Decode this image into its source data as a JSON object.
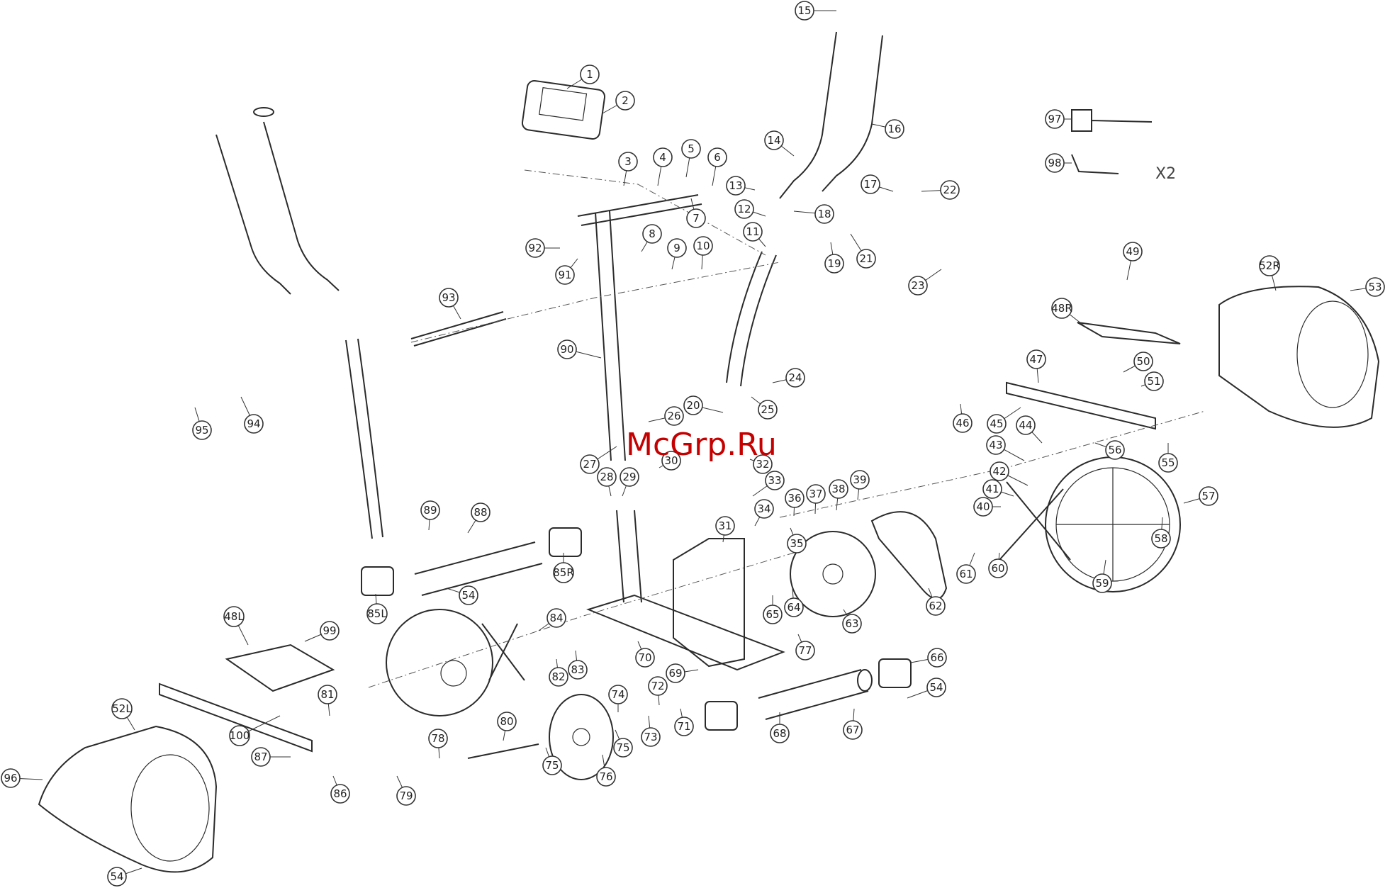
{
  "diagram": {
    "watermark": "McGrp.Ru",
    "quantity_note": "X2",
    "part_numbers": [
      "1",
      "2",
      "3",
      "4",
      "5",
      "6",
      "7",
      "8",
      "9",
      "10",
      "11",
      "12",
      "13",
      "14",
      "15",
      "16",
      "17",
      "18",
      "19",
      "20",
      "21",
      "22",
      "23",
      "24",
      "25",
      "26",
      "27",
      "28",
      "29",
      "30",
      "31",
      "32",
      "33",
      "34",
      "35",
      "36",
      "37",
      "38",
      "39",
      "40",
      "41",
      "42",
      "43",
      "44",
      "45",
      "46",
      "47",
      "48L",
      "48R",
      "49",
      "50",
      "51",
      "52L",
      "52R",
      "53",
      "54",
      "55",
      "56",
      "57",
      "58",
      "59",
      "60",
      "61",
      "62",
      "63",
      "64",
      "65",
      "66",
      "67",
      "68",
      "69",
      "70",
      "71",
      "72",
      "73",
      "74",
      "75",
      "76",
      "77",
      "78",
      "79",
      "80",
      "81",
      "82",
      "83",
      "84",
      "85L",
      "85R",
      "86",
      "87",
      "88",
      "89",
      "90",
      "91",
      "92",
      "93",
      "94",
      "95",
      "96",
      "97",
      "98",
      "99",
      "100"
    ]
  }
}
